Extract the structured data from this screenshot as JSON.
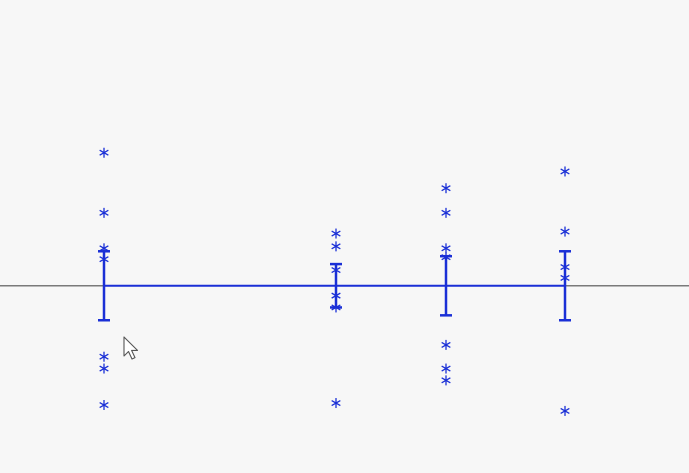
{
  "colors": {
    "background": "#f7f7f7",
    "series": "#1a2fd6",
    "baseline": "#7a7a7a",
    "cursor_fill": "#ffffff",
    "cursor_stroke": "#555555"
  },
  "cursor": {
    "icon": "mouse-pointer-icon"
  },
  "chart_data": {
    "type": "scatter",
    "marker": "asterisk",
    "baseline": 0,
    "ylim": [
      -1.9,
      2.9
    ],
    "xlim": [
      0,
      6.89
    ],
    "groups": [
      {
        "x": 1.04,
        "mean": 0,
        "error": [
          -0.35,
          0.35
        ],
        "points": [
          1.35,
          0.74,
          0.38,
          0.27,
          -0.72,
          -0.84,
          -1.21
        ]
      },
      {
        "x": 3.36,
        "mean": 0,
        "error": [
          -0.22,
          0.22
        ],
        "points": [
          0.53,
          0.4,
          0.16,
          -0.1,
          -0.22,
          -1.19
        ]
      },
      {
        "x": 4.46,
        "mean": 0,
        "error": [
          -0.3,
          0.3
        ],
        "points": [
          0.99,
          0.74,
          0.38,
          0.29,
          -0.6,
          -0.84,
          -0.96
        ]
      },
      {
        "x": 5.65,
        "mean": 0,
        "error": [
          -0.35,
          0.35
        ],
        "points": [
          1.16,
          0.55,
          0.19,
          0.08,
          -1.27
        ]
      }
    ]
  }
}
